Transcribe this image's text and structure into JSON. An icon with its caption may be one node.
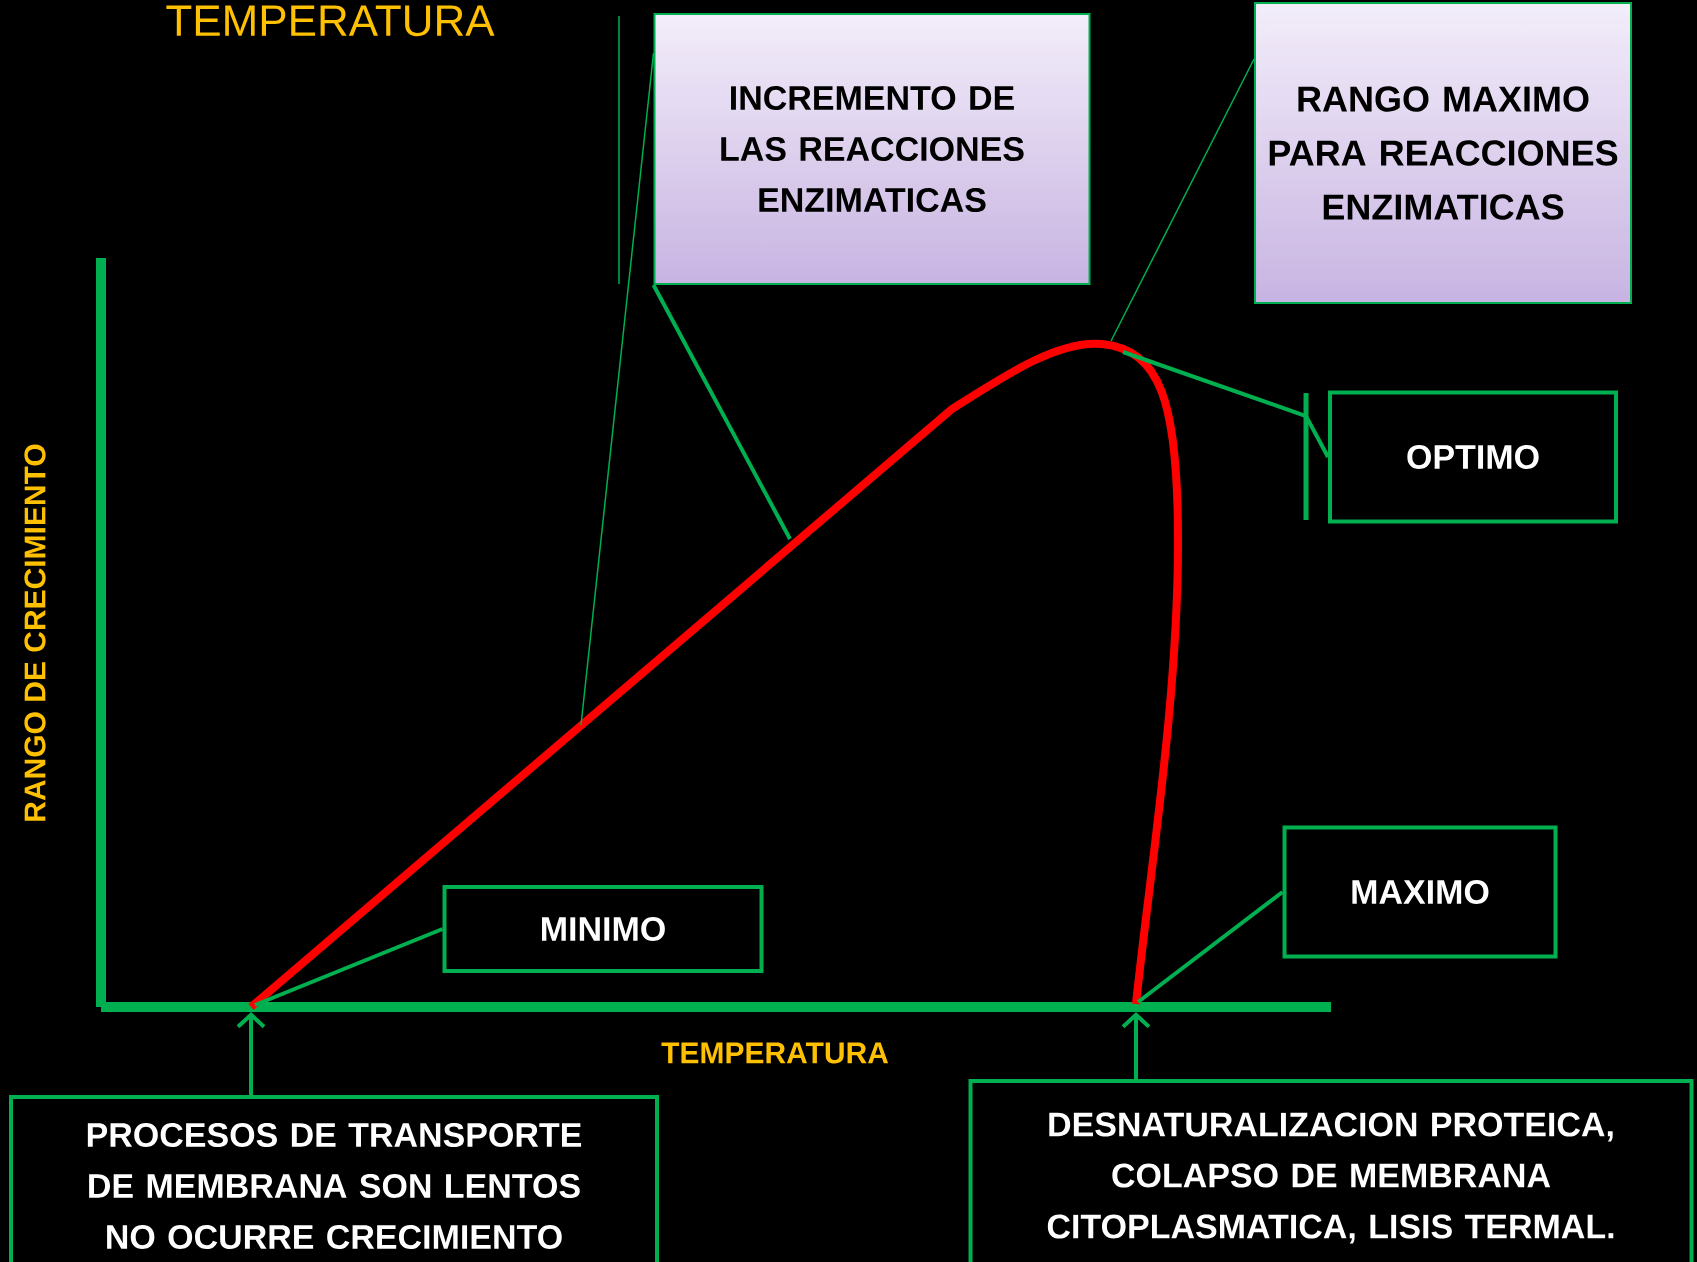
{
  "diagram": {
    "title": "TEMPERATURA",
    "nodes": [
      {
        "text": [
          "INCREMENTO DE LAS REACCIONES ENZIMATICAS"
        ]
      },
      {
        "text": [
          "RANGO MAXIMO PARA REACCIONES ENZIMATICAS"
        ]
      },
      {
        "text": [
          "OPTIMO"
        ]
      },
      {
        "text": [
          "MINIMO"
        ]
      },
      {
        "text": [
          "MAXIMO"
        ]
      },
      {
        "text": [
          "PROCESOS DE TRANSPORTE DE MEMBRANA SON LENTOS NO OCURRE CRECIMIENTO"
        ]
      },
      {
        "text": [
          "DESNATURALIZACION PROTEICA, COLAPSO DE MEMBRANA CITOPLASMATICA, LISIS TERMAL."
        ]
      }
    ],
    "edges": [
      {
        "from": 0,
        "to": null,
        "arrow": "none"
      },
      {
        "from": 0,
        "to": null,
        "arrow": "none"
      },
      {
        "from": 1,
        "to": null,
        "arrow": "none"
      },
      {
        "from": 2,
        "to": null,
        "arrow": "none"
      },
      {
        "from": 3,
        "to": null,
        "arrow": "none"
      },
      {
        "from": 4,
        "to": null,
        "arrow": "none"
      },
      {
        "from": 5,
        "to": null,
        "arrow": "to"
      },
      {
        "from": 6,
        "to": null,
        "arrow": "to"
      }
    ],
    "labels": [
      "RANGO DE CRECIMIENTO",
      "TEMPERATURA"
    ]
  }
}
